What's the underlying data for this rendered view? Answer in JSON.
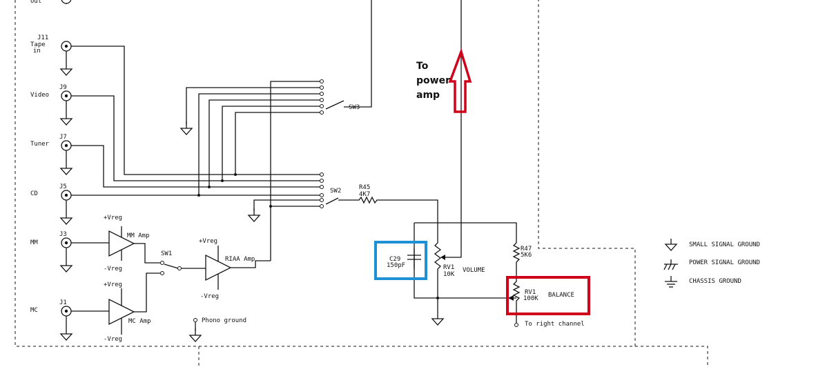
{
  "inputs": {
    "out": "out",
    "tape_jack": "J11",
    "tape_line1": "Tape",
    "tape_line2": "in",
    "video": "Video",
    "video_jack": "J9",
    "tuner": "Tuner",
    "tuner_jack": "J7",
    "cd": "CD",
    "cd_jack": "J5",
    "mm": "MM",
    "mm_jack": "J3",
    "mc": "MC",
    "mc_jack": "J1"
  },
  "amps": {
    "vreg_pos": "+Vreg",
    "vreg_neg": "-Vreg",
    "mm_amp": "MM Amp",
    "mc_amp": "MC Amp",
    "riaa_amp": "RIAA Amp",
    "phono_ground": "Phono ground"
  },
  "switches": {
    "sw1": "SW1",
    "sw2": "SW2",
    "sw3": "SW3"
  },
  "components": {
    "r45_name": "R45",
    "r45_value": "4K7",
    "c29_name": "C29",
    "c29_value": "150pF",
    "rv1_volume_name": "RV1",
    "rv1_volume_value": "10K",
    "volume_label": "VOLUME",
    "r47_name": "R47",
    "r47_value": "5K6",
    "rv1_balance_name": "RV1",
    "rv1_balance_value": "100K",
    "balance_label": "BALANCE",
    "right_channel": "To right channel"
  },
  "annotation": {
    "line1": "To",
    "line2": "power",
    "line3": "amp",
    "arrow_color": "#d0021b",
    "highlight_red": "#d0021b",
    "highlight_blue": "#1e90d6"
  },
  "legend": {
    "small_signal": "SMALL SIGNAL GROUND",
    "power_signal": "POWER SIGNAL GROUND",
    "chassis": "CHASSIS GROUND"
  }
}
